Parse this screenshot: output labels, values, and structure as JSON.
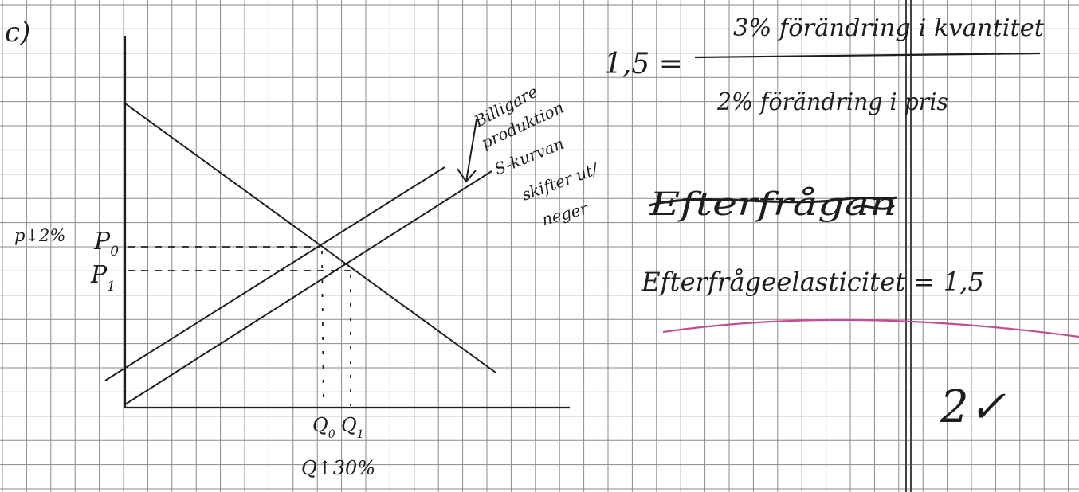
{
  "part_label": "c)",
  "graph": {
    "price_axis": {
      "p0": "P",
      "p0_sub": "0",
      "p1": "P",
      "p1_sub": "1",
      "p_change": "p↓2%"
    },
    "quantity_axis": {
      "q0": "Q",
      "q0_sub": "0",
      "q1": "Q",
      "q1_sub": "1",
      "q_change": "Q↑30%"
    },
    "shift_note": [
      "Billigare",
      "produktion",
      "S-kurvan",
      "skifter ut/",
      "neger"
    ]
  },
  "formula": {
    "lhs": "1,5 =",
    "numerator": "3% förändring i kvantitet",
    "denominator": "2% förändring i pris"
  },
  "struck_word": "Efterfrågan",
  "result": "Efterfrågeelasticitet = 1,5",
  "grade_mark": "2✓",
  "colors": {
    "ink": "#1e1e1e",
    "grid": "#8a8a8a",
    "pink": "#c0508f"
  }
}
